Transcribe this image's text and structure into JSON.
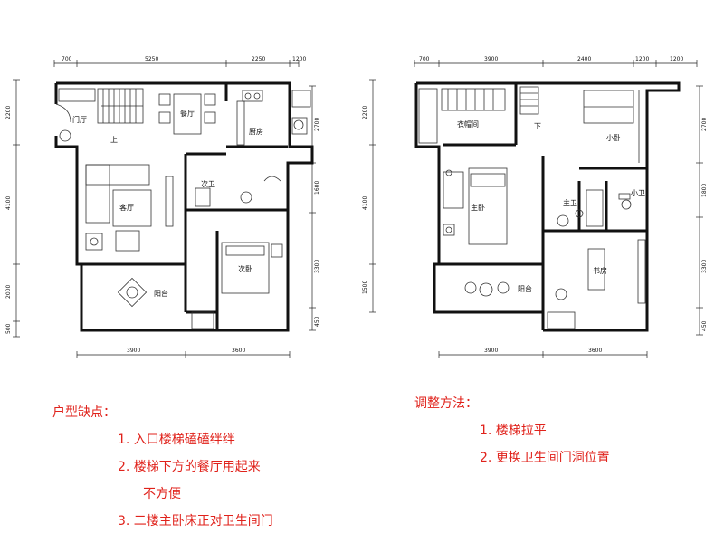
{
  "plan_left": {
    "top_dims": [
      "700",
      "5250",
      "2250",
      "1200"
    ],
    "bottom_dims": [
      "3900",
      "3600"
    ],
    "left_dims": [
      "2200",
      "4100",
      "2000",
      "500"
    ],
    "right_dims": [
      "2700",
      "1600",
      "3300",
      "450"
    ],
    "rooms": {
      "foyer": "门厅",
      "stair_up": "上",
      "dining": "餐厅",
      "kitchen": "厨房",
      "living": "客厅",
      "bath2": "次卫",
      "bed2": "次卧",
      "balcony": "阳台"
    }
  },
  "plan_right": {
    "top_dims": [
      "700",
      "3900",
      "2400",
      "1200",
      "1200"
    ],
    "bottom_dims": [
      "3900",
      "3600"
    ],
    "left_dims": [
      "2200",
      "4100",
      "1500"
    ],
    "right_dims": [
      "2700",
      "1800",
      "3300",
      "450"
    ],
    "rooms": {
      "closet": "衣帽间",
      "stair_down": "下",
      "smallbed": "小卧",
      "master": "主卧",
      "mbath": "主卫",
      "smallbath": "小卫",
      "study": "书房",
      "balcony": "阳台"
    }
  },
  "notes": {
    "defects_title": "户型缺点：",
    "defects": [
      "1. 入口楼梯磕磕绊绊",
      "2. 楼梯下方的餐厅用起来",
      "不方便",
      "3. 二楼主卧床正对卫生间门"
    ],
    "fix_title": "调整方法：",
    "fixes": [
      "1. 楼梯拉平",
      "2. 更换卫生间门洞位置"
    ]
  },
  "colors": {
    "note": "#e0221b",
    "line": "#111111"
  }
}
